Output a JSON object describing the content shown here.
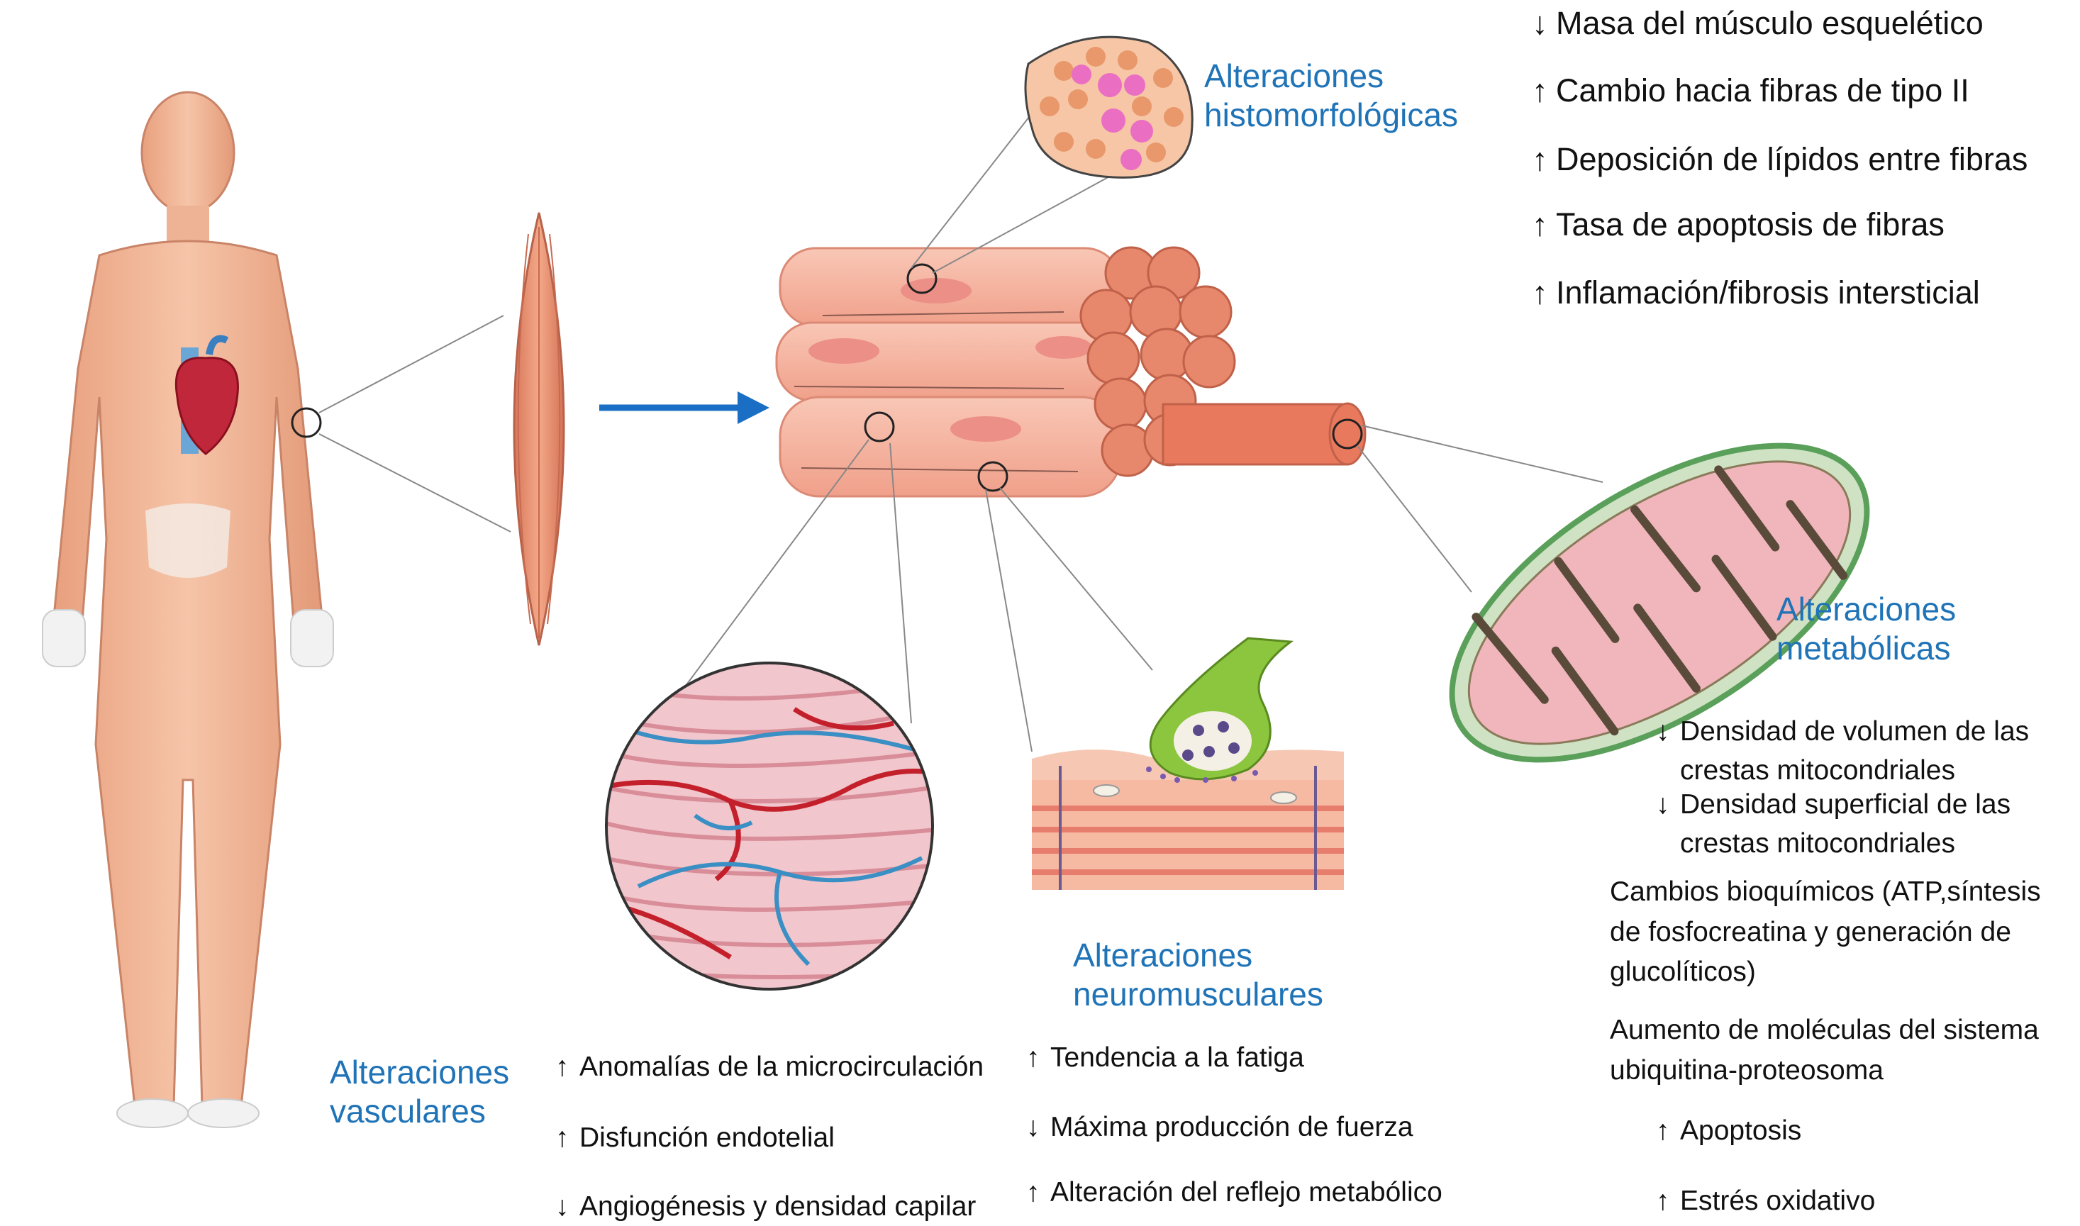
{
  "colors": {
    "label_blue": "#1f73b7",
    "muscle": "#f0a88a",
    "muscle_dark": "#d9785c",
    "vessel_red": "#c4202b",
    "vessel_blue": "#3a8fc4",
    "mito_green": "#5aa05a",
    "synapse_green": "#8cc63f",
    "arrow_blue": "#1a6fc4"
  },
  "icons": [
    "human-anatomy-figure",
    "whole-muscle",
    "muscle-fiber-bundle",
    "histology-cross-section",
    "capillary-network",
    "neuromuscular-junction",
    "mitochondrion",
    "blue-arrow"
  ],
  "labels": {
    "histo": [
      "Alteraciones",
      "histomorfológicas"
    ],
    "meta": [
      "Alteraciones",
      "metabólicas"
    ],
    "neuro": [
      "Alteraciones",
      "neuromusculares"
    ],
    "vasc": [
      "Alteraciones",
      "vasculares"
    ]
  },
  "histo_list": [
    {
      "arrow": "↓",
      "text": "Masa del músculo esquelético"
    },
    {
      "arrow": "↑",
      "text": "Cambio hacia fibras de tipo II"
    },
    {
      "arrow": "↑",
      "text": "Deposición de lípidos entre fibras"
    },
    {
      "arrow": "↑",
      "text": "Tasa de apoptosis de fibras"
    },
    {
      "arrow": "↑",
      "text": "Inflamación/fibrosis intersticial"
    }
  ],
  "meta_list": {
    "item1": {
      "arrow": "↓",
      "line1": "Densidad de volumen de las",
      "line2": "crestas mitocondriales"
    },
    "item2": {
      "arrow": "↓",
      "line1": "Densidad superficial de las",
      "line2": "crestas mitocondriales"
    },
    "bio": [
      "Cambios bioquímicos (ATP,síntesis",
      "de fosfocreatina y generación de",
      "glucolíticos)"
    ],
    "ubi": [
      "Aumento de moléculas del sistema",
      "ubiquitina-proteosoma"
    ],
    "apop": {
      "arrow": "↑",
      "text": "Apoptosis"
    },
    "estres": {
      "arrow": "↑",
      "text": "Estrés oxidativo"
    }
  },
  "neuro_list": [
    {
      "arrow": "↑",
      "text": "Tendencia a la fatiga"
    },
    {
      "arrow": "↓",
      "text": "Máxima producción de fuerza"
    },
    {
      "arrow": "↑",
      "text": "Alteración del reflejo metabólico"
    }
  ],
  "vasc_list": [
    {
      "arrow": "↑",
      "text": "Anomalías de la microcirculación"
    },
    {
      "arrow": "↑",
      "text": "Disfunción endotelial"
    },
    {
      "arrow": "↓",
      "text": "Angiogénesis y densidad capilar"
    }
  ]
}
